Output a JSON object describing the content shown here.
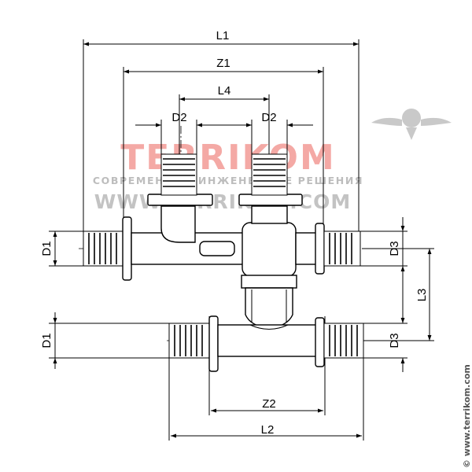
{
  "dimensions": {
    "l1": "L1",
    "z1": "Z1",
    "l4": "L4",
    "d2_left": "D2",
    "d2_right": "D2",
    "d1_top": "D1",
    "d1_bottom": "D1",
    "d3_top": "D3",
    "d3_bottom": "D3",
    "l3": "L3",
    "z2": "Z2",
    "l2": "L2"
  },
  "watermark": {
    "brand": "TERRIKOM",
    "tagline": "СОВРЕМЕННЫЕ ИНЖЕНЕРНЫЕ РЕШЕНИЯ",
    "url": "WWW.TERRIKOM.COM",
    "side_url": "© www.terrikom.com"
  },
  "colors": {
    "brand_red": "#f4a9a5",
    "watermark_gray": "#c3c3c3"
  }
}
